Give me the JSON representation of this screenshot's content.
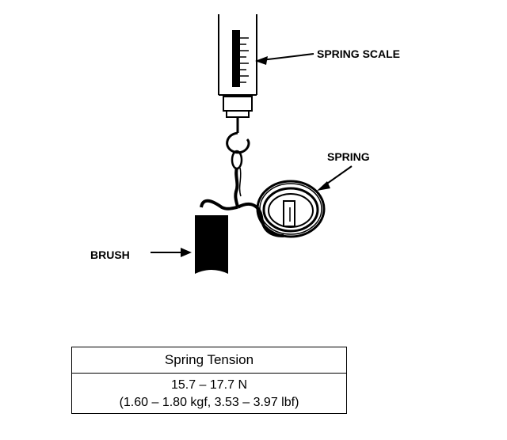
{
  "labels": {
    "spring_scale": "SPRING SCALE",
    "spring": "SPRING",
    "brush": "BRUSH"
  },
  "spec_table": {
    "header": "Spring Tension",
    "value_n": "15.7 – 17.7 N",
    "value_alt": "(1.60 – 1.80 kgf, 3.53 – 3.97 lbf)"
  },
  "colors": {
    "ink": "#000000",
    "paper": "#ffffff"
  }
}
